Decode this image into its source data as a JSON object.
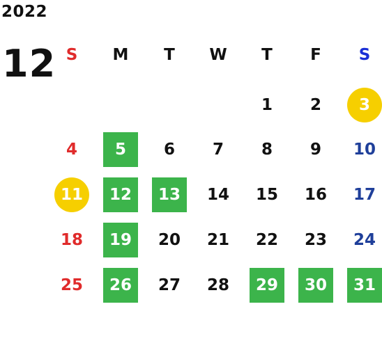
{
  "calendar": {
    "year": "2022",
    "month": "12",
    "weekdays": [
      "S",
      "M",
      "T",
      "W",
      "T",
      "F",
      "S"
    ],
    "colors": {
      "sunday": "#e02b2b",
      "saturday": "#1f3f9a",
      "saturday_header": "#1a2fd6",
      "highlight_green": "#3cb44b",
      "highlight_yellow": "#f6cf00"
    },
    "weeks": [
      [
        "",
        "",
        "",
        "",
        "1",
        "2",
        "3"
      ],
      [
        "4",
        "5",
        "6",
        "7",
        "8",
        "9",
        "10"
      ],
      [
        "11",
        "12",
        "13",
        "14",
        "15",
        "16",
        "17"
      ],
      [
        "18",
        "19",
        "20",
        "21",
        "22",
        "23",
        "24"
      ],
      [
        "25",
        "26",
        "27",
        "28",
        "29",
        "30",
        "31"
      ]
    ],
    "green_days": [
      "5",
      "12",
      "13",
      "19",
      "26",
      "29",
      "30",
      "31"
    ],
    "yellow_days": [
      "3",
      "11"
    ]
  }
}
